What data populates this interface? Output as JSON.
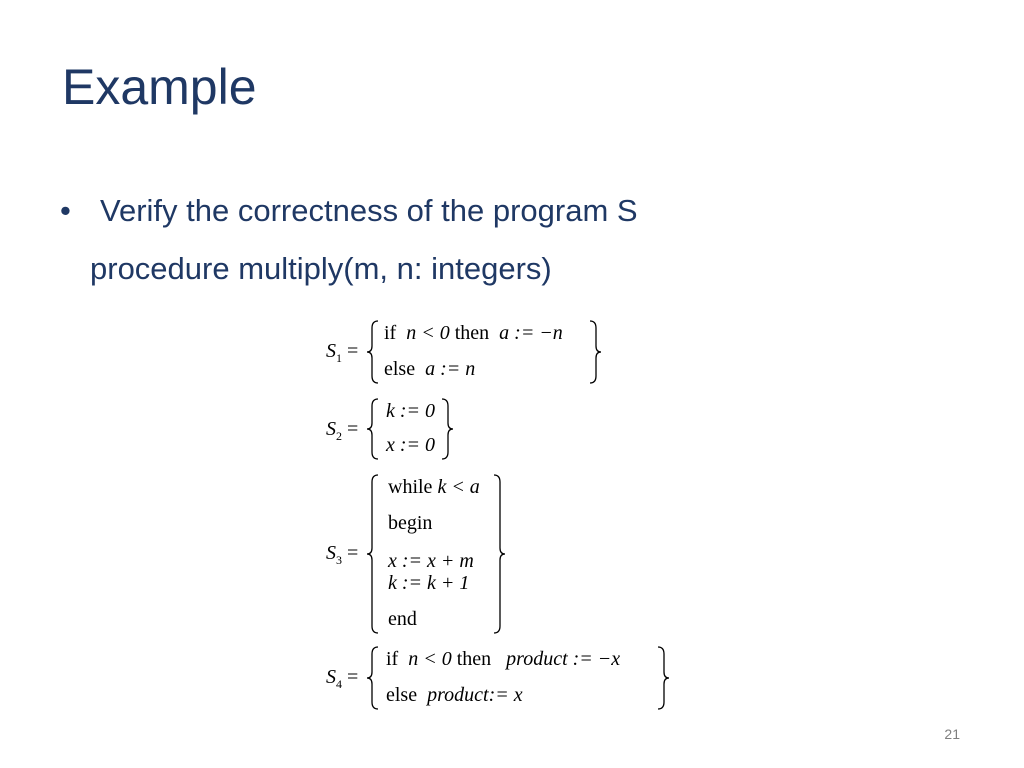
{
  "slide": {
    "title": "Example",
    "bullet": "Verify the correctness of the program S",
    "subline": "procedure multiply(m, n: integers)",
    "page_number": "21"
  },
  "statements": {
    "s1": {
      "label": "S",
      "sub": "1",
      "eq": "=",
      "line1": {
        "kw": "if",
        "cond": "n < 0",
        "then": "then",
        "assign": "a := −n"
      },
      "line2": {
        "kw": "else",
        "assign": "a := n"
      }
    },
    "s2": {
      "label": "S",
      "sub": "2",
      "eq": "=",
      "line1": "k := 0",
      "line2": "x := 0"
    },
    "s3": {
      "label": "S",
      "sub": "3",
      "eq": "=",
      "while_kw": "while",
      "while_cond": "k < a",
      "begin": "begin",
      "assign1": "x := x + m",
      "assign2": "k := k + 1",
      "end": "end"
    },
    "s4": {
      "label": "S",
      "sub": "4",
      "eq": "=",
      "line1": {
        "kw": "if",
        "cond": "n < 0",
        "then": "then",
        "assign": "product := −x"
      },
      "line2": {
        "kw": "else",
        "assign": "product:= x"
      }
    }
  }
}
